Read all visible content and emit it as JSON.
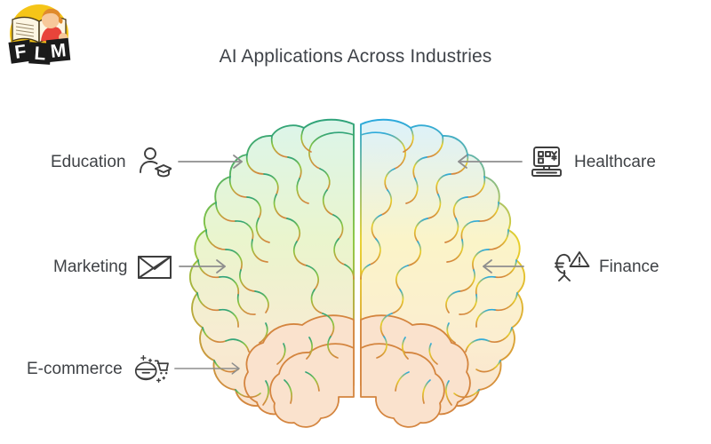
{
  "logo": {
    "name": "flm-logo",
    "letters": [
      "F",
      "L",
      "M"
    ],
    "alt": "FLM logo child reading book",
    "circle_color": "#f5c518",
    "tile_color": "#1b1b1b"
  },
  "header": {
    "title": "AI Applications Across Industries",
    "title_color": "#40444a"
  },
  "diagram": {
    "type": "hub-and-spoke",
    "center": {
      "name": "brain-illustration",
      "description": "Top view of a human brain split into two hemispheres",
      "left_hemisphere_colors": {
        "top_stroke": "#2fa37a",
        "top_fill": "#dcf5ea",
        "mid_stroke": "#8cc63f",
        "mid_fill": "#eaf5cd",
        "bottom_stroke": "#d4853f",
        "bottom_fill": "#fae2cd"
      },
      "right_hemisphere_colors": {
        "top_stroke": "#2aa9dd",
        "top_fill": "#dcf2fb",
        "mid_stroke": "#e8cf2a",
        "mid_fill": "#fbf4c8",
        "bottom_stroke": "#d4853f",
        "bottom_fill": "#fae2cd"
      }
    },
    "arrow_color": "#8e8e8e",
    "icon_color": "#3d3d3d",
    "nodes": [
      {
        "id": "education",
        "label": "Education",
        "side": "left",
        "icon": "person-graduate-icon",
        "arrow": "arrow-right-icon"
      },
      {
        "id": "marketing",
        "label": "Marketing",
        "side": "left",
        "icon": "envelope-icon",
        "arrow": "arrow-right-icon"
      },
      {
        "id": "ecommerce",
        "label": "E-commerce",
        "side": "left",
        "icon": "vr-headset-cart-icon",
        "arrow": "arrow-right-icon"
      },
      {
        "id": "healthcare",
        "label": "Healthcare",
        "side": "right",
        "icon": "desktop-monitor-icon",
        "arrow": "arrow-left-icon"
      },
      {
        "id": "finance",
        "label": "Finance",
        "side": "right",
        "icon": "currency-warning-icon",
        "arrow": "arrow-left-icon"
      }
    ]
  }
}
